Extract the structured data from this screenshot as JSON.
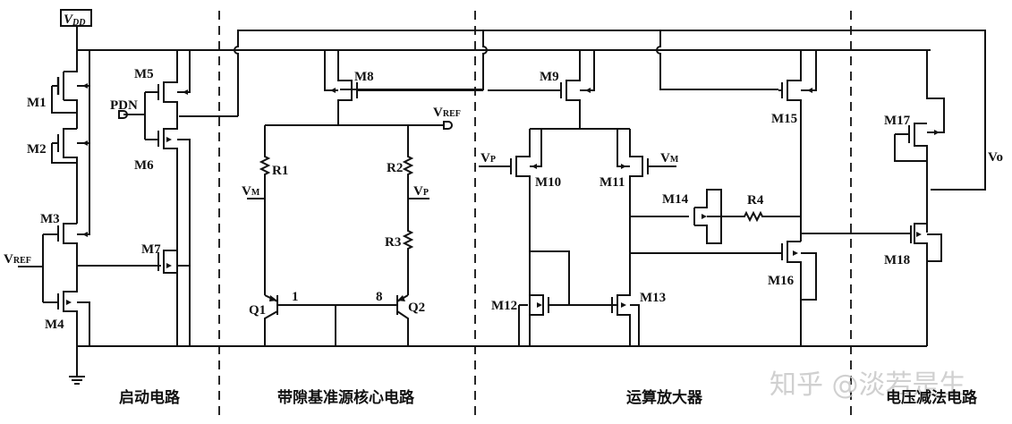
{
  "supply": {
    "vdd": "V",
    "vdd_sub": "DD"
  },
  "sections": [
    {
      "label": "启动电路"
    },
    {
      "label": "带隙基准源核心电路"
    },
    {
      "label": "运算放大器"
    },
    {
      "label": "电压减法电路"
    }
  ],
  "transistors": {
    "M1": "M1",
    "M2": "M2",
    "M3": "M3",
    "M4": "M4",
    "M5": "M5",
    "M6": "M6",
    "M7": "M7",
    "M8": "M8",
    "M9": "M9",
    "M10": "M10",
    "M11": "M11",
    "M12": "M12",
    "M13": "M13",
    "M14": "M14",
    "M15": "M15",
    "M16": "M16",
    "M17": "M17",
    "M18": "M18"
  },
  "bjts": {
    "Q1": "Q1",
    "Q2": "Q2",
    "q1_ratio": "1",
    "q2_ratio": "8"
  },
  "resistors": {
    "R1": "R1",
    "R2": "R2",
    "R3": "R3",
    "R4": "R4"
  },
  "nets": {
    "pdn": "PDN",
    "vref_main": "V",
    "vref_sub": "REF",
    "vref_in": "V",
    "vref_in_sub": "REF",
    "vm_core": "V",
    "vm_core_sub": "M",
    "vp_core": "V",
    "vp_core_sub": "P",
    "vp_amp": "V",
    "vp_amp_sub": "P",
    "vm_amp": "V",
    "vm_amp_sub": "M",
    "vo": "Vo"
  },
  "watermark": "知乎 @淡若是生"
}
